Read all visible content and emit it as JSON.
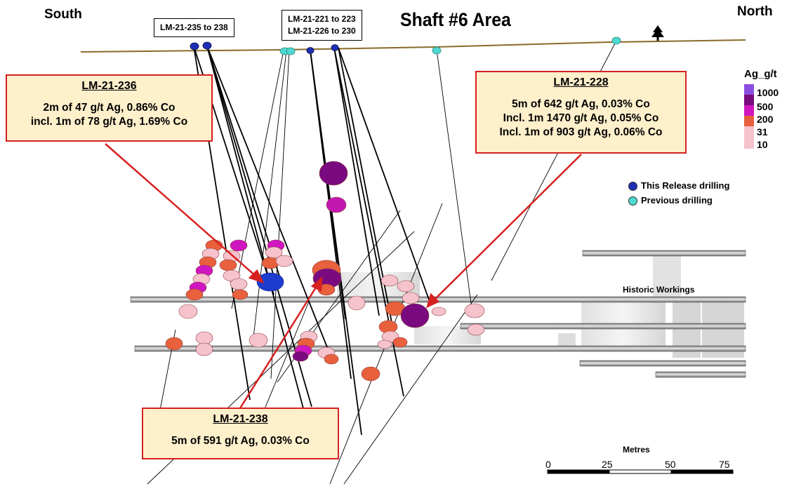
{
  "header": {
    "south": "South",
    "north": "North",
    "title": "Shaft #6 Area"
  },
  "hole_groups": {
    "group_a": "LM-21-235  to  238",
    "group_b_line1": "LM-21-221  to  223",
    "group_b_line2": "LM-21-226  to  230"
  },
  "callouts": {
    "c236": {
      "hole": "LM-21-236",
      "lines": [
        "2m of 47 g/t Ag, 0.86% Co",
        "incl. 1m of 78 g/t Ag, 1.69% Co"
      ]
    },
    "c228": {
      "hole": "LM-21-228",
      "lines": [
        "5m of 642 g/t Ag, 0.03% Co",
        "Incl. 1m 1470 g/t Ag, 0.05% Co",
        "Incl. 1m of 903 g/t Ag, 0.06% Co"
      ]
    },
    "c238": {
      "hole": "LM-21-238",
      "lines": [
        "5m of 591 g/t Ag, 0.03% Co"
      ]
    }
  },
  "legend": {
    "title": "Ag_g/t",
    "items": [
      {
        "value": "1000",
        "color": "#8a4fe0"
      },
      {
        "value": "500",
        "color": "#7a0a80"
      },
      {
        "value": "200",
        "color": "#d016c0"
      },
      {
        "value": "31",
        "color": "#e8603c"
      },
      {
        "value": "10",
        "color": "#f6c2cc"
      }
    ]
  },
  "drilling_key": {
    "this_release": {
      "label": "This Release drilling",
      "color": "#1c2fb4"
    },
    "previous": {
      "label": "Previous drilling",
      "color": "#4fd8d0"
    }
  },
  "workings_label": "Historic Workings",
  "scale": {
    "title": "Metres",
    "ticks": [
      "0",
      "25",
      "50",
      "75"
    ]
  },
  "colors": {
    "ground": "#8a6a2a",
    "callout_border": "#d62020",
    "callout_fill": "#fff0cc",
    "workings": "#9a9a9a"
  },
  "icons": {
    "surface_marker": "tree-icon"
  }
}
